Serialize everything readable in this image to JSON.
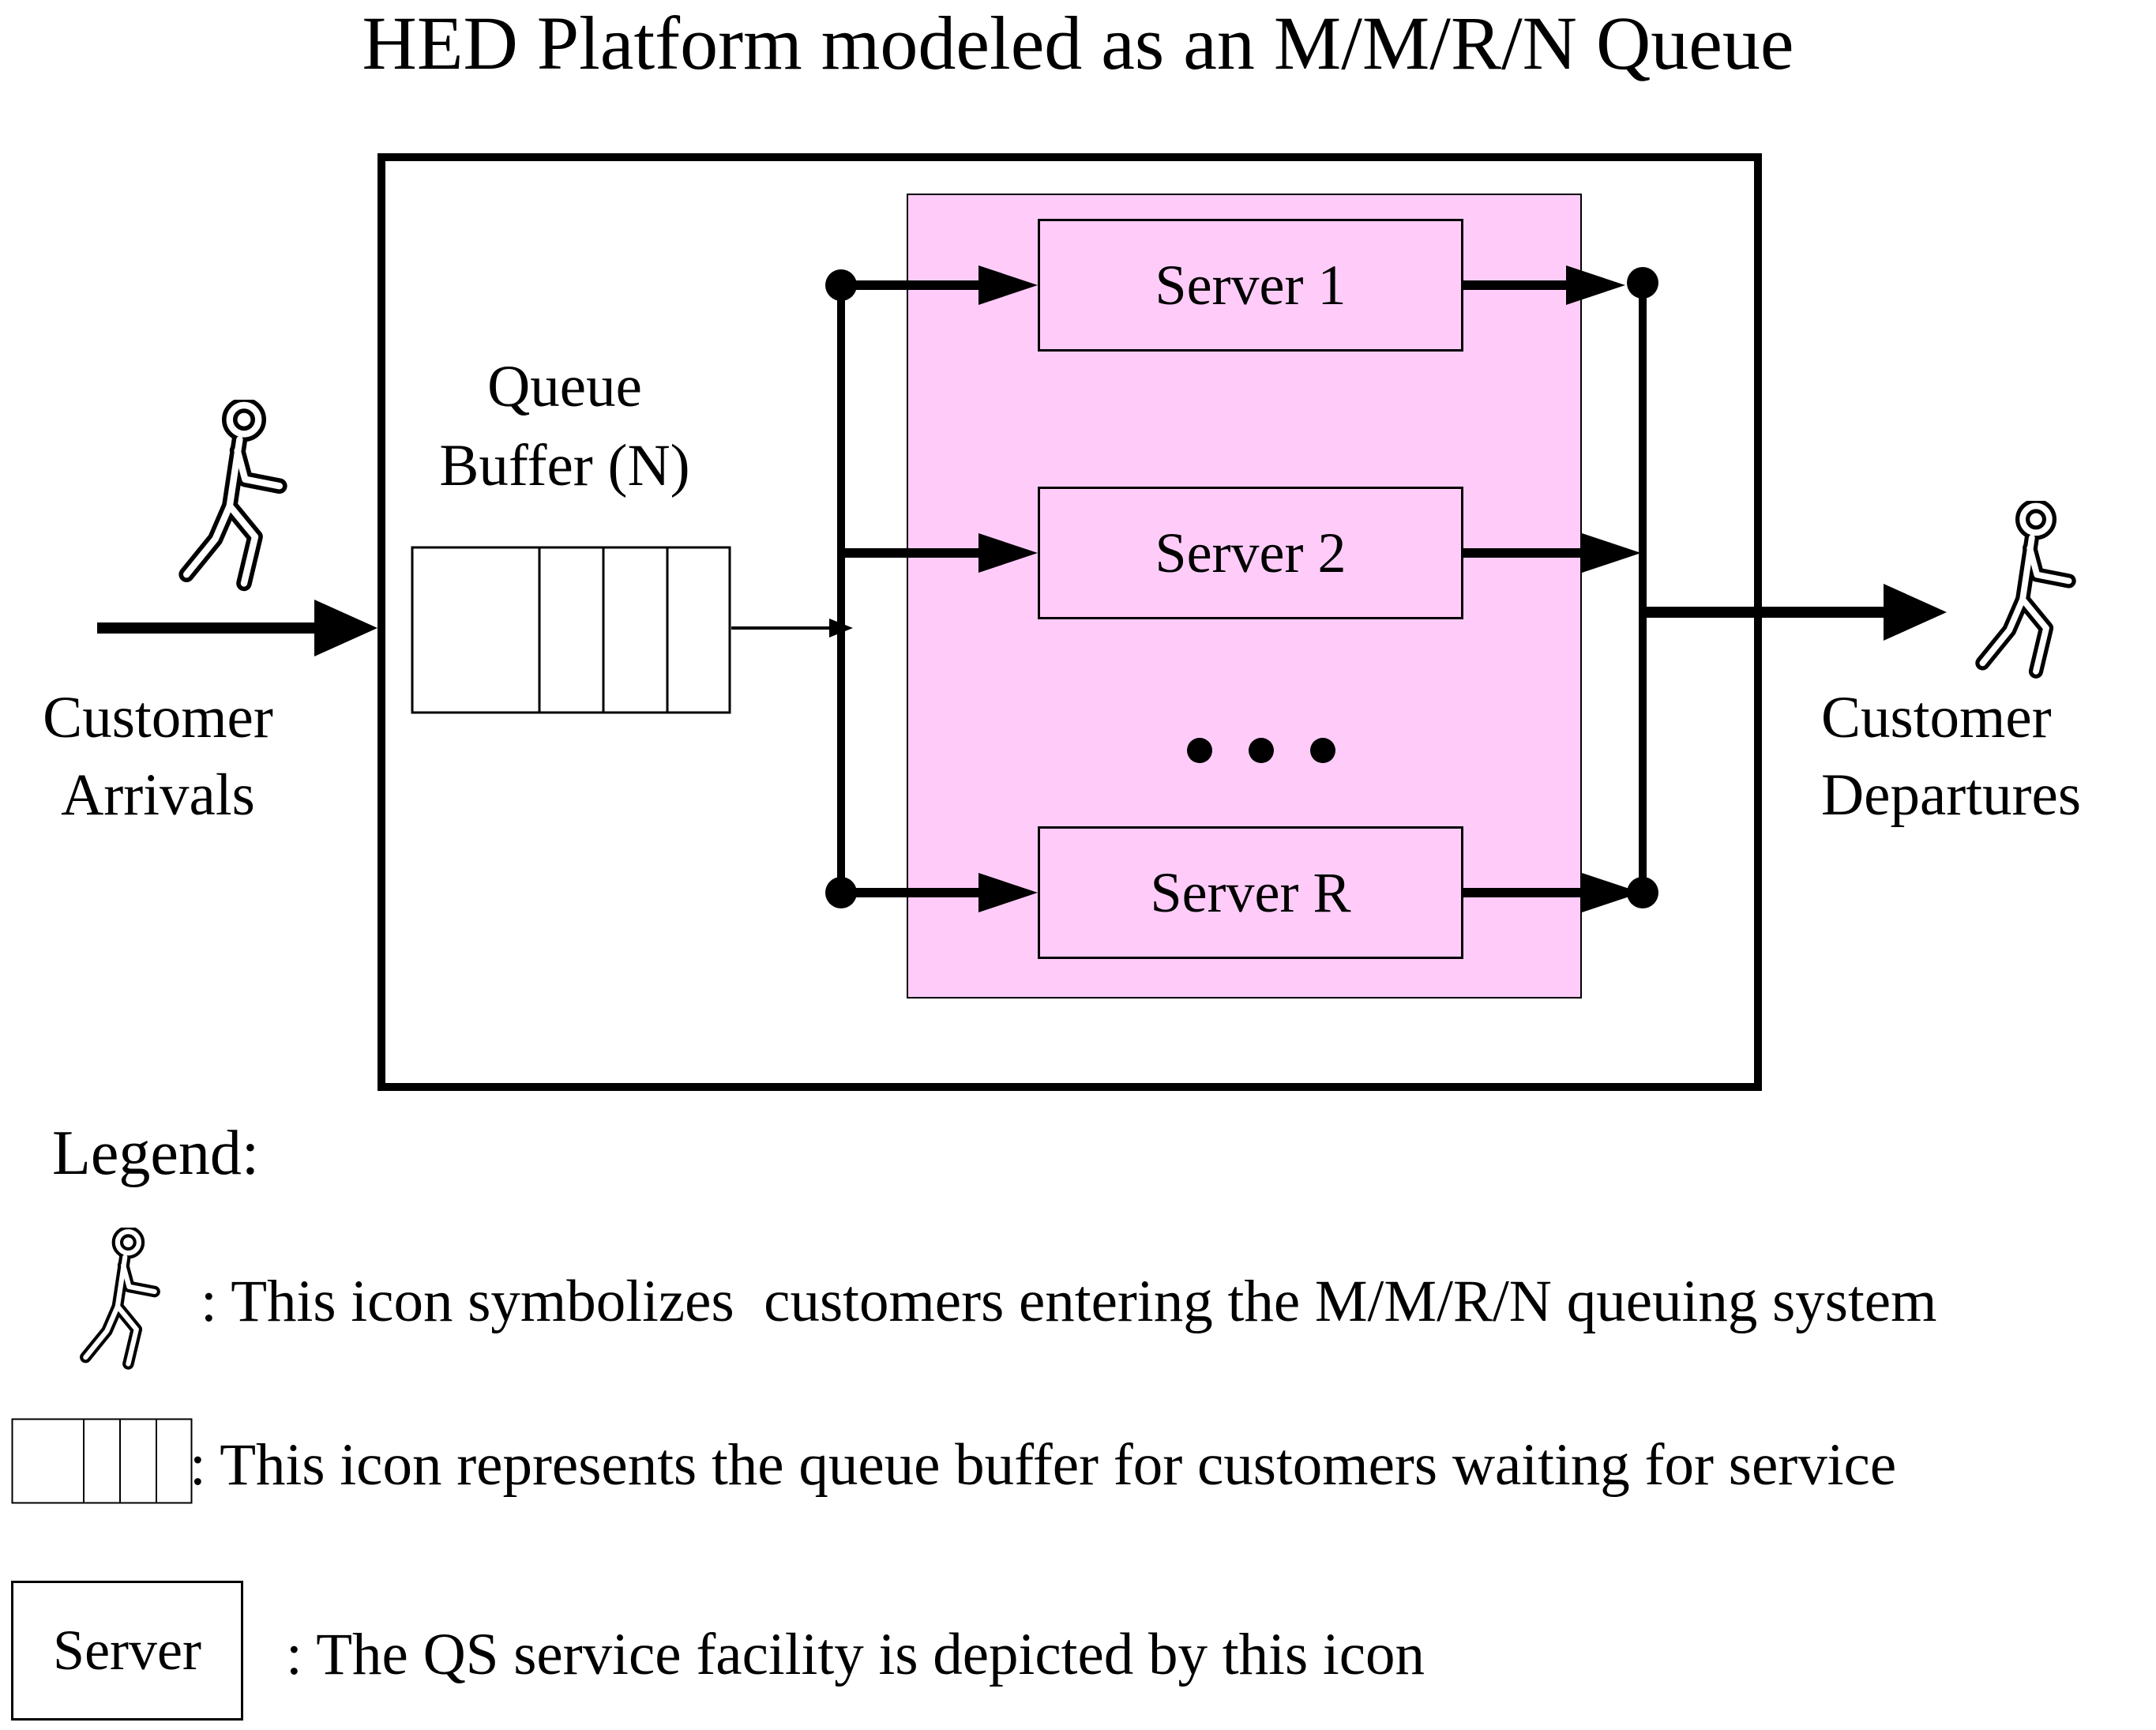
{
  "title": "HED Platform modeled as an M/M/R/N Queue",
  "arrivals": {
    "line1": "Customer",
    "line2": "Arrivals"
  },
  "departures": {
    "line1": "Customer",
    "line2": "Departures"
  },
  "queue_label": {
    "line1": "Queue",
    "line2": "Buffer (N)"
  },
  "servers": [
    {
      "label": "Server 1"
    },
    {
      "label": "Server 2"
    },
    {
      "label": "Server R"
    }
  ],
  "legend": {
    "heading": "Legend:",
    "rows": [
      {
        "icon": "walking-person-icon",
        "text": ": This icon symbolizes  customers entering the M/M/R/N queuing system"
      },
      {
        "icon": "queue-buffer-icon",
        "text": ": This icon represents the queue buffer for customers waiting for service"
      },
      {
        "icon": "server-box-icon",
        "icon_label": "Server",
        "text": ": The QS service facility is depicted by this icon"
      }
    ]
  },
  "colors": {
    "server_pool_fill": "#ffccf9",
    "line": "#000000",
    "background": "#ffffff"
  }
}
